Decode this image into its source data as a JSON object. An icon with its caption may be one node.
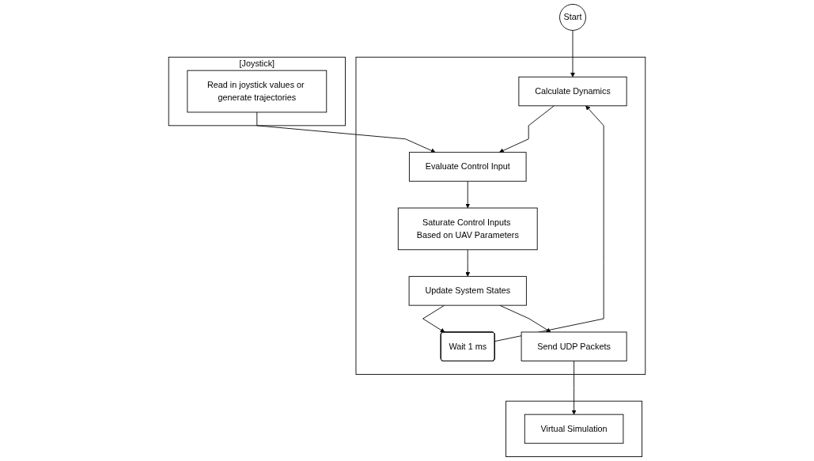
{
  "diagram": {
    "nodes": [
      {
        "text": [
          "Start"
        ]
      },
      {
        "text": [],
        "shape": "box"
      },
      {
        "text": [
          "Calculate Dynamics"
        ],
        "in": 1
      },
      {
        "text": [
          "Evaluate Control Input"
        ],
        "in": 1
      },
      {
        "text": [
          "Wait 1 ms"
        ],
        "in": 1
      },
      {
        "text": [
          "Update System States"
        ],
        "in": 1
      },
      {
        "text": [
          "Saturate Control Inputs Based on UAV Parameters"
        ],
        "in": 1
      },
      {
        "text": [
          "Send UDP Packets"
        ],
        "in": 1
      },
      {
        "text": [
          "[Joystick]"
        ]
      },
      {
        "text": [
          "Read in joystick values or generate trajectories"
        ],
        "in": 8
      },
      {
        "text": [],
        "shape": "box"
      },
      {
        "text": [
          "Virtual Simulation"
        ],
        "in": 10
      }
    ],
    "edges": [
      {
        "from": 0,
        "to": 2,
        "arrow": "to"
      },
      {
        "from": 2,
        "to": 3,
        "arrow": "to"
      },
      {
        "from": 9,
        "to": 3,
        "arrow": "to"
      },
      {
        "from": 3,
        "to": 6,
        "arrow": "to"
      },
      {
        "from": 6,
        "to": 5,
        "arrow": "to"
      },
      {
        "from": 5,
        "to": 4,
        "arrow": "to"
      },
      {
        "from": 4,
        "to": 2,
        "arrow": "to"
      },
      {
        "from": 5,
        "to": 7,
        "arrow": "to"
      },
      {
        "from": 7,
        "to": 11,
        "arrow": "to"
      }
    ]
  }
}
